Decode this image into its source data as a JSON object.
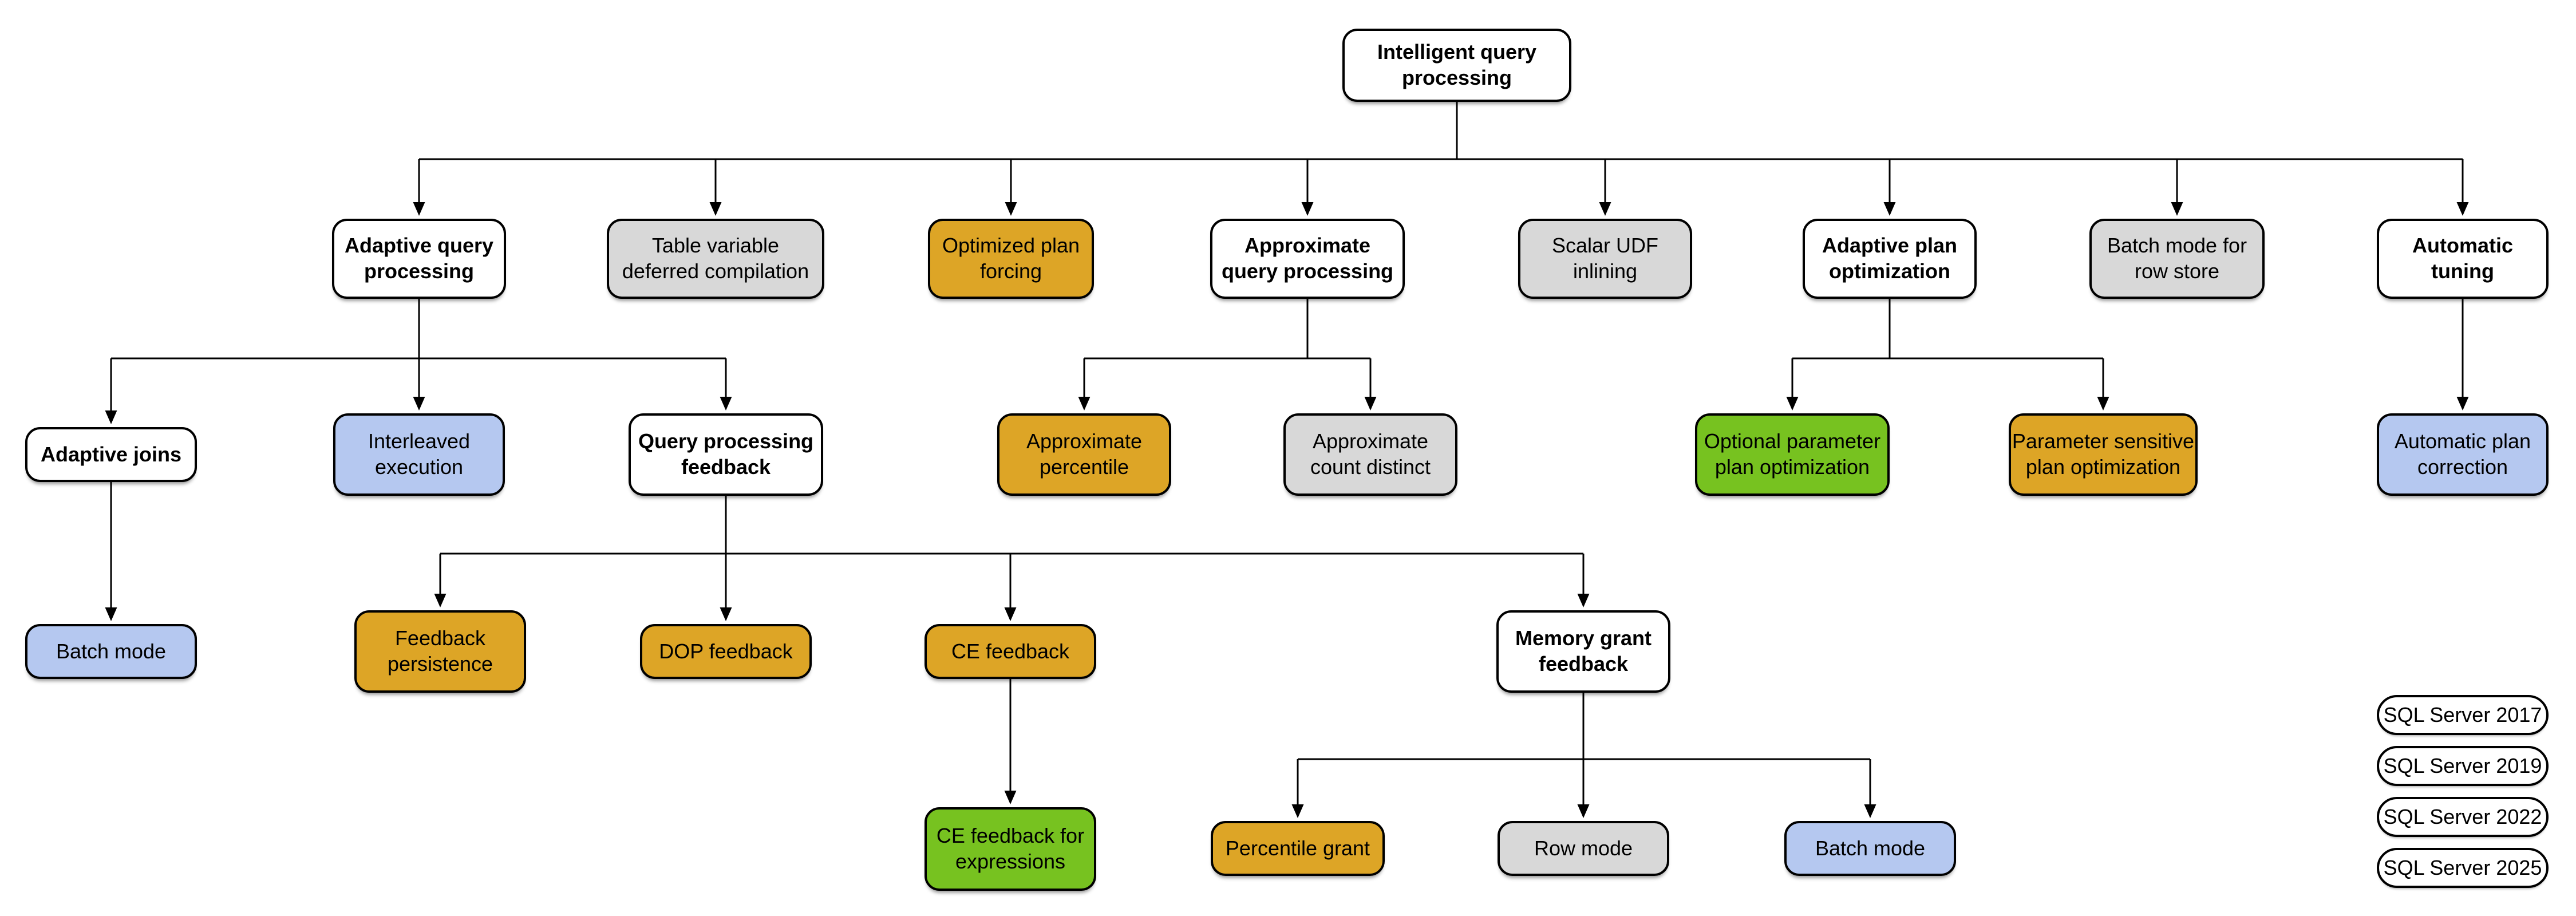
{
  "palette": {
    "v2017": "#B5C8F0",
    "v2019": "#D8D8D8",
    "v2022": "#DDA526",
    "v2025": "#77C220",
    "base": "#FFFFFF",
    "line": "#000000"
  },
  "nodes": {
    "root": {
      "label": "Intelligent query\nprocessing",
      "version": "base"
    },
    "adaptive_query_processing": {
      "label": "Adaptive query\nprocessing",
      "version": "base"
    },
    "table_variable_deferred_compilation": {
      "label": "Table variable\ndeferred compilation",
      "version": "2019"
    },
    "optimized_plan_forcing": {
      "label": "Optimized plan\nforcing",
      "version": "2022"
    },
    "approximate_query_processing": {
      "label": "Approximate\nquery processing",
      "version": "base"
    },
    "scalar_udf_inlining": {
      "label": "Scalar UDF\ninlining",
      "version": "2019"
    },
    "adaptive_plan_optimization": {
      "label": "Adaptive plan\noptimization",
      "version": "base"
    },
    "batch_mode_row_store": {
      "label": "Batch mode for\nrow store",
      "version": "2019"
    },
    "automatic_tuning": {
      "label": "Automatic\ntuning",
      "version": "base"
    },
    "adaptive_joins": {
      "label": "Adaptive joins",
      "version": "base"
    },
    "interleaved_execution": {
      "label": "Interleaved\nexecution",
      "version": "2017"
    },
    "query_processing_feedback": {
      "label": "Query processing\nfeedback",
      "version": "base"
    },
    "approximate_percentile": {
      "label": "Approximate\npercentile",
      "version": "2022"
    },
    "approximate_count_distinct": {
      "label": "Approximate\ncount distinct",
      "version": "2019"
    },
    "optional_parameter_plan_optimization": {
      "label": "Optional parameter\nplan optimization",
      "version": "2025"
    },
    "parameter_sensitive_plan_optimization": {
      "label": "Parameter sensitive\nplan optimization",
      "version": "2022"
    },
    "automatic_plan_correction": {
      "label": "Automatic plan\ncorrection",
      "version": "2017"
    },
    "batch_mode_adaptive_joins": {
      "label": "Batch mode",
      "version": "2017"
    },
    "feedback_persistence": {
      "label": "Feedback\npersistence",
      "version": "2022"
    },
    "dop_feedback": {
      "label": "DOP feedback",
      "version": "2022"
    },
    "ce_feedback": {
      "label": "CE feedback",
      "version": "2022"
    },
    "memory_grant_feedback": {
      "label": "Memory grant\nfeedback",
      "version": "base"
    },
    "ce_feedback_expressions": {
      "label": "CE feedback for\nexpressions",
      "version": "2025"
    },
    "percentile_grant": {
      "label": "Percentile grant",
      "version": "2022"
    },
    "row_mode": {
      "label": "Row mode",
      "version": "2019"
    },
    "batch_mode_memory_grant": {
      "label": "Batch mode",
      "version": "2017"
    }
  },
  "edges": [
    [
      "root",
      "adaptive_query_processing"
    ],
    [
      "root",
      "table_variable_deferred_compilation"
    ],
    [
      "root",
      "optimized_plan_forcing"
    ],
    [
      "root",
      "approximate_query_processing"
    ],
    [
      "root",
      "scalar_udf_inlining"
    ],
    [
      "root",
      "adaptive_plan_optimization"
    ],
    [
      "root",
      "batch_mode_row_store"
    ],
    [
      "root",
      "automatic_tuning"
    ],
    [
      "adaptive_query_processing",
      "adaptive_joins"
    ],
    [
      "adaptive_query_processing",
      "interleaved_execution"
    ],
    [
      "adaptive_query_processing",
      "query_processing_feedback"
    ],
    [
      "approximate_query_processing",
      "approximate_percentile"
    ],
    [
      "approximate_query_processing",
      "approximate_count_distinct"
    ],
    [
      "adaptive_plan_optimization",
      "optional_parameter_plan_optimization"
    ],
    [
      "adaptive_plan_optimization",
      "parameter_sensitive_plan_optimization"
    ],
    [
      "automatic_tuning",
      "automatic_plan_correction"
    ],
    [
      "adaptive_joins",
      "batch_mode_adaptive_joins"
    ],
    [
      "query_processing_feedback",
      "feedback_persistence"
    ],
    [
      "query_processing_feedback",
      "dop_feedback"
    ],
    [
      "query_processing_feedback",
      "ce_feedback"
    ],
    [
      "query_processing_feedback",
      "memory_grant_feedback"
    ],
    [
      "ce_feedback",
      "ce_feedback_expressions"
    ],
    [
      "memory_grant_feedback",
      "percentile_grant"
    ],
    [
      "memory_grant_feedback",
      "row_mode"
    ],
    [
      "memory_grant_feedback",
      "batch_mode_memory_grant"
    ]
  ],
  "legend": {
    "items": [
      {
        "label": "SQL Server 2017",
        "color": "#B5C8F0"
      },
      {
        "label": "SQL Server 2019",
        "color": "#D8D8D8"
      },
      {
        "label": "SQL Server 2022",
        "color": "#DDA526"
      },
      {
        "label": "SQL Server 2025",
        "color": "#77C220"
      }
    ]
  }
}
